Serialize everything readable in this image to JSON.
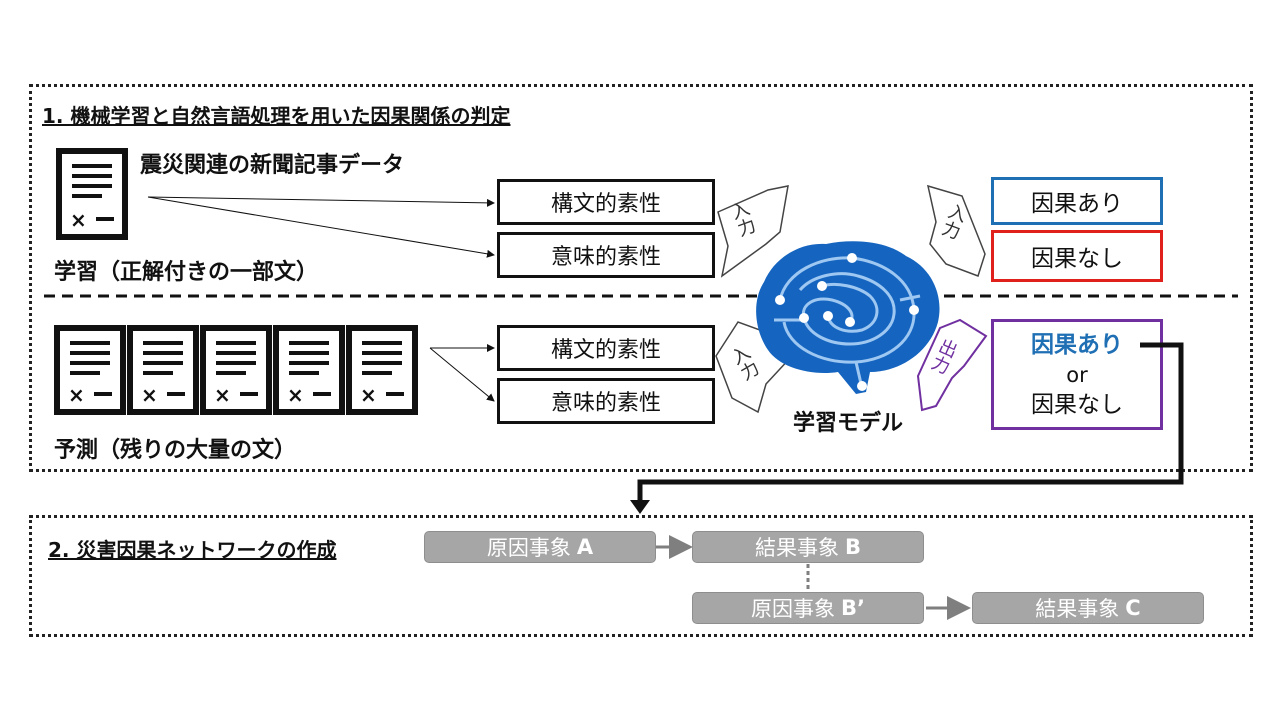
{
  "section1": {
    "title": "1. 機械学習と自然言語処理を用いた因果関係の判定",
    "data_label": "震災関連の新聞記事データ",
    "train_label": "学習（正解付きの一部文）",
    "predict_label": "予測（残りの大量の文）",
    "features_top": [
      "構文的素性",
      "意味的素性"
    ],
    "features_bottom": [
      "構文的素性",
      "意味的素性"
    ],
    "input_label": "入力",
    "output_label": "出力",
    "model_label": "学習モデル",
    "result_yes": "因果あり",
    "result_no": "因果なし",
    "predict_result": {
      "yes": "因果あり",
      "or": "or",
      "no": "因果なし"
    }
  },
  "section2": {
    "title": "2. 災害因果ネットワークの作成",
    "nodes": [
      {
        "prefix": "原因事象",
        "letter": "A"
      },
      {
        "prefix": "結果事象",
        "letter": "B"
      },
      {
        "prefix": "原因事象",
        "letter": "B’"
      },
      {
        "prefix": "結果事象",
        "letter": "C"
      }
    ]
  },
  "colors": {
    "blue": "#1f6fb4",
    "red": "#e0201b",
    "purple": "#7030a0",
    "brain": "#1565c0",
    "gray_node": "#a6a6a6"
  },
  "icons": [
    "document-icon",
    "brain-circuit-icon",
    "speech-arrow-icon"
  ]
}
